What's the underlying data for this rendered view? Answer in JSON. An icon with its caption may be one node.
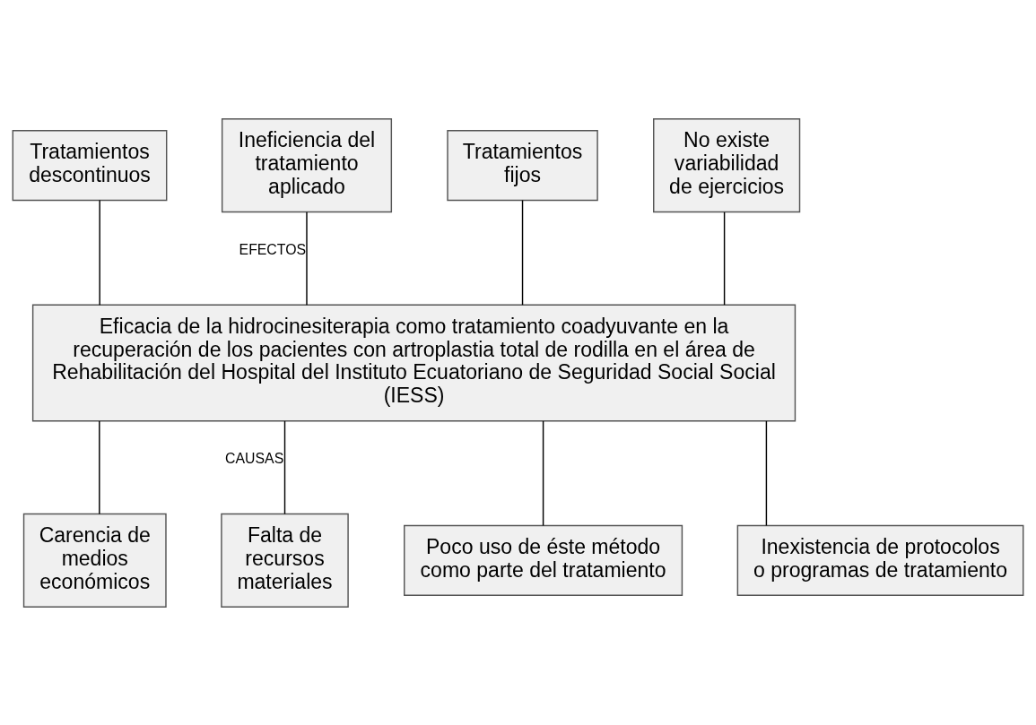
{
  "diagram": {
    "nodes": [
      {
        "text": [
          "Tratamientos descontinuos"
        ]
      },
      {
        "text": [
          "Ineficiencia del tratamiento aplicado"
        ]
      },
      {
        "text": [
          "Tratamientos fijos"
        ]
      },
      {
        "text": [
          "No existe variabilidad de ejercicios"
        ]
      },
      {
        "text": [
          "Eficacia de la hidrocinesiterapia como tratamiento coadyuvante en la recuperación de los pacientes con artroplastia total de rodilla en el área de Rehabilitación del Hospital del Instituto Ecuatoriano de Seguridad Social Social (IESS)"
        ]
      },
      {
        "text": [
          "Carencia de medios económicos"
        ]
      },
      {
        "text": [
          "Falta de recursos materiales"
        ]
      },
      {
        "text": [
          "Poco uso de éste método como parte del tratamiento"
        ]
      },
      {
        "text": [
          "Inexistencia de protocolos o programas de tratamiento"
        ]
      }
    ],
    "edges": [
      {
        "from": 0,
        "to": 4,
        "arrow": "none"
      },
      {
        "from": 1,
        "to": 4,
        "arrow": "none",
        "label": "EFECTOS"
      },
      {
        "from": 2,
        "to": 4,
        "arrow": "none"
      },
      {
        "from": 3,
        "to": 4,
        "arrow": "none"
      },
      {
        "from": 4,
        "to": 5,
        "arrow": "none"
      },
      {
        "from": 4,
        "to": 6,
        "arrow": "none",
        "label": "CAUSAS"
      },
      {
        "from": 4,
        "to": 7,
        "arrow": "none"
      },
      {
        "from": 4,
        "to": 8,
        "arrow": "none"
      }
    ]
  }
}
